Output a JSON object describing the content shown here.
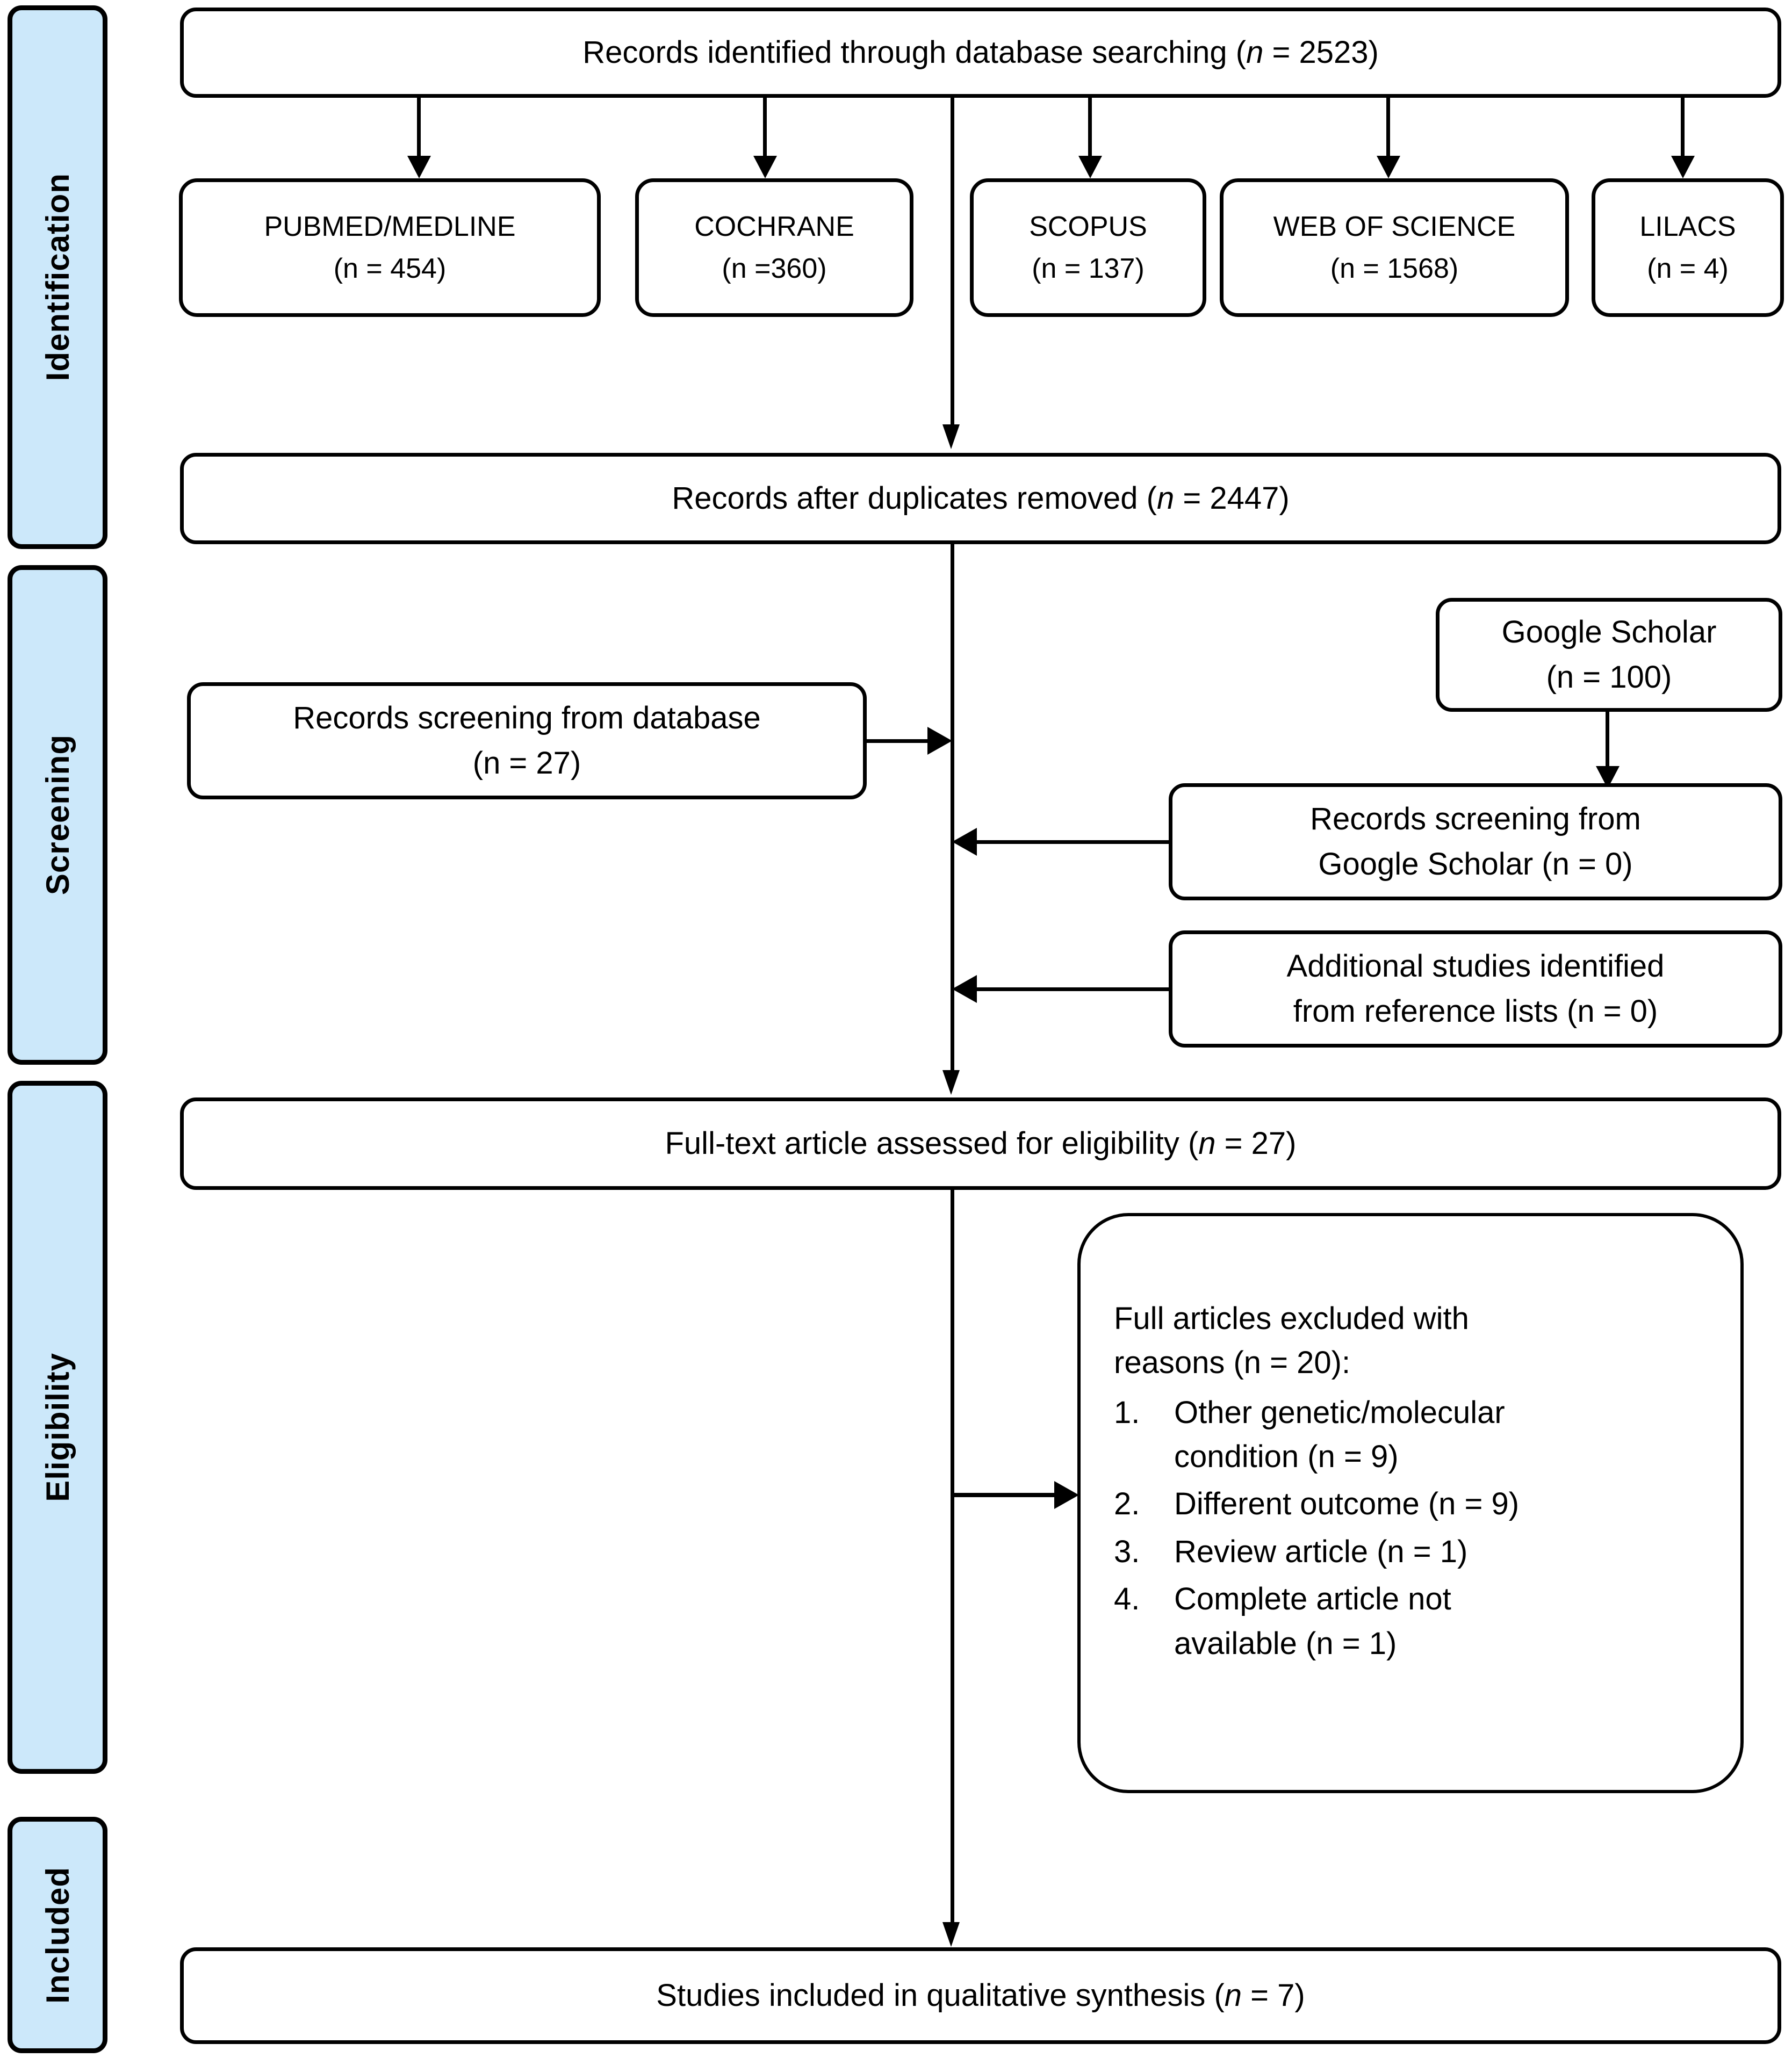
{
  "phases": [
    {
      "label": "Identification"
    },
    {
      "label": "Screening"
    },
    {
      "label": "Eligibility"
    },
    {
      "label": "Included"
    }
  ],
  "boxes": {
    "identified": {
      "text_pre": "Records identified through database searching (",
      "n_italic": "n",
      "text_post": " = 2523)"
    },
    "databases": [
      {
        "name": "PUBMED/MEDLINE",
        "count": "(n = 454)"
      },
      {
        "name": "COCHRANE",
        "count": "(n =360)"
      },
      {
        "name": "SCOPUS",
        "count": "(n = 137)"
      },
      {
        "name": "WEB OF SCIENCE",
        "count": "(n = 1568)"
      },
      {
        "name": "LILACS",
        "count": "(n = 4)"
      }
    ],
    "after_duplicates": {
      "text_pre": "Records after duplicates removed (",
      "n_italic": "n",
      "text_post": " = 2447)"
    },
    "screening_database": {
      "line1": "Records screening from database",
      "line2": "(n = 27)"
    },
    "google_scholar": {
      "line1": "Google Scholar",
      "line2": "(n = 100)"
    },
    "screening_scholar": {
      "line1": "Records screening from",
      "line2": "Google Scholar (n = 0)"
    },
    "additional_studies": {
      "line1": "Additional studies identified",
      "line2": "from reference lists (n = 0)"
    },
    "fulltext": {
      "text_pre": "Full-text article assessed for eligibility (",
      "n_italic": "n",
      "text_post": " = 27)"
    },
    "excluded": {
      "title_line1": "Full articles excluded with",
      "title_line2": "reasons (n = 20):",
      "reasons": [
        {
          "num": "1.",
          "line1": "Other genetic/molecular",
          "line2": "condition (n = 9)"
        },
        {
          "num": "2.",
          "line1": "Different outcome (n = 9)",
          "line2": ""
        },
        {
          "num": "3.",
          "line1": "Review article (n = 1)",
          "line2": ""
        },
        {
          "num": "4.",
          "line1": "Complete article not",
          "line2": "available (n = 1)"
        }
      ]
    },
    "included": {
      "text_pre": "Studies included in qualitative synthesis (",
      "n_italic": "n",
      "text_post": " = 7)"
    }
  },
  "colors": {
    "phase_fill": "#CCE8FA",
    "stroke": "#000000",
    "background": "#FFFFFF"
  }
}
